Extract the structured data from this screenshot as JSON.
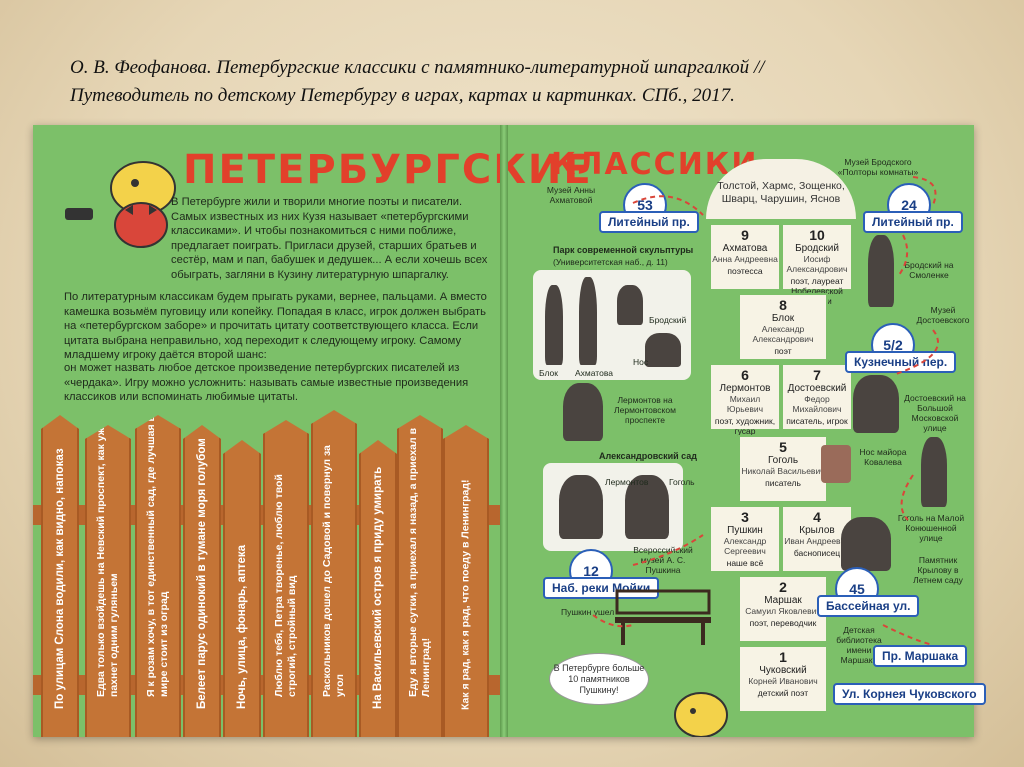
{
  "caption": {
    "line1": "О. В. Феофанова. Петербургские классики с памятнико-литературной шпаргалкой //",
    "line2": "Путеводитель по детскому Петербургу в играх, картах и картинках. СПб., 2017."
  },
  "left": {
    "title": "ПЕТЕРБУРГСКИЕ",
    "p1": "В Петербурге жили и творили многие поэты и писатели. Самых известных из них Кузя называет «петербургскими классиками». И чтобы познакомиться с ними поближе, предлагает поиграть. Пригласи друзей, старших братьев и сестёр, мам и пап, бабушек и дедушек... А если хочешь всех обыграть, загляни в Кузину литературную шпаргалку.",
    "p2": "По литературным классикам будем прыгать руками, вернее, пальцами. А вместо камешка возьмём пуговицу или копейку. Попадая в класс, игрок должен выбрать на «петербургском заборе» и прочитать цитату соответствующего класса. Если цитата выбрана неправильно, ход переходит к следующему игроку. Самому младшему игроку даётся второй шанс:",
    "p3": "он может назвать любое детское произведение петербургских писателей из «чердака». Игру можно усложнить: называть самые известные произведения классиков или вспоминать любимые цитаты.",
    "planks": [
      "По улицам Слона водили, как видно, напоказ",
      "Едва только взойдешь на Невский проспект, как уже пахнет одним гуляньем",
      "Я к розам хочу, в тот единственный сад, где лучшая в мире стоит из оград",
      "Белеет парус одинокий в тумане моря голубом",
      "Ночь, улица, фонарь, аптека",
      "Люблю тебя, Петра творенье, люблю твой строгий, стройный вид",
      "Раскольников дошел до Садовой и повернул за угол",
      "На Васильевский остров я приду умирать",
      "Еду я вторые сутки, а приехал я назад, а приехал в Ленинград!",
      "Как я рад, как я рад, что поеду в Ленинград!"
    ]
  },
  "right": {
    "title": "КЛАССИКИ",
    "attic": "Толстой, Хармс, Зощенко, Шварц, Чарушин, Яснов",
    "cells": [
      {
        "num": "10",
        "surname": "Бродский",
        "first": "Иосиф Александрович",
        "role": "поэт, лауреат Нобелевской премии"
      },
      {
        "num": "9",
        "surname": "Ахматова",
        "first": "Анна Андреевна",
        "role": "поэтесса"
      },
      {
        "num": "8",
        "surname": "Блок",
        "first": "Александр Александрович",
        "role": "поэт"
      },
      {
        "num": "7",
        "surname": "Достоевский",
        "first": "Федор Михайлович",
        "role": "писатель, игрок"
      },
      {
        "num": "6",
        "surname": "Лермонтов",
        "first": "Михаил Юрьевич",
        "role": "поэт, художник, гусар"
      },
      {
        "num": "5",
        "surname": "Гоголь",
        "first": "Николай Васильевич",
        "role": "писатель"
      },
      {
        "num": "4",
        "surname": "Крылов",
        "first": "Иван Андреевич",
        "role": "баснописец"
      },
      {
        "num": "3",
        "surname": "Пушкин",
        "first": "Александр Сергеевич",
        "role": "наше всё"
      },
      {
        "num": "2",
        "surname": "Маршак",
        "first": "Самуил Яковлевич",
        "role": "поэт, переводчик"
      },
      {
        "num": "1",
        "surname": "Чуковский",
        "first": "Корней Иванович",
        "role": "детский поэт"
      }
    ],
    "badges": [
      "53",
      "24",
      "5/2",
      "12",
      "45"
    ],
    "streets": {
      "liteyny_left": "Литейный пр.",
      "liteyny_right": "Литейный пр.",
      "kuznechny": "Кузнечный пер.",
      "moika": "Наб. реки Мойки",
      "basseynaya": "Бассейная ул.",
      "marshaka": "Пр. Маршака",
      "chukovskogo": "Ул. Корнея Чуковского"
    },
    "labels": {
      "akhmatova_museum": "Музей Анны Ахматовой",
      "brodsky_museum": "Музей Бродского «Полторы комнаты»",
      "park": "Парк современной скульптуры",
      "park_addr": "(Университетская наб., д. 11)",
      "brodsky_smolensk": "Бродский на Смоленке",
      "dostoevsky_museum": "Музей Достоевского",
      "dostoevsky_moscow": "Достоевский на Большой Московской улице",
      "lermontov": "Лермонтов на Лермонтовском проспекте",
      "alex_garden": "Александровский сад",
      "nose": "Нос майора Ковалева",
      "gogol_konyush": "Гоголь на Малой Конюшенной улице",
      "pushkin_museum": "Всероссийский музей А. С. Пушкина",
      "krylov": "Памятник Крылову в Летнем саду",
      "pushkin_left": "Пушкин ушел",
      "library": "Детская библиотека имени Маршака",
      "bubble": "В Петербурге больше 10 памятников Пушкину!"
    },
    "sculptures": [
      "Блок",
      "Ахматова",
      "Бродский",
      "Нос",
      "Лермонтов",
      "Гоголь"
    ]
  }
}
